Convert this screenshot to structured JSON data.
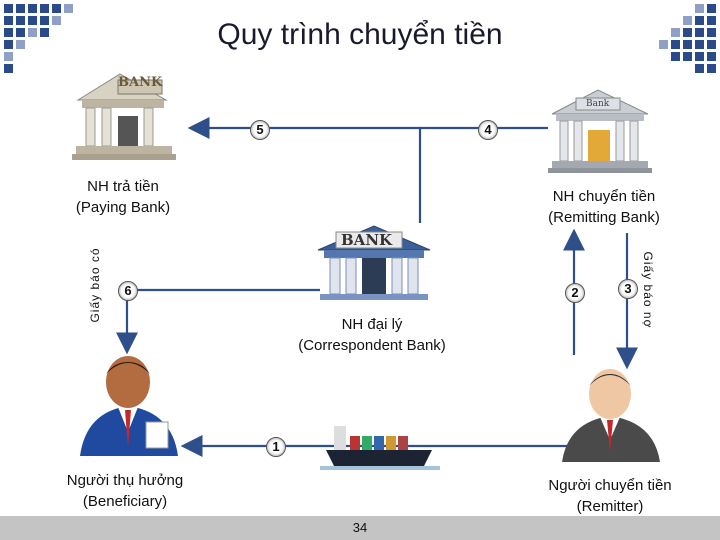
{
  "title": "Quy trình chuyển tiền",
  "nodes": {
    "paying_bank": {
      "line1": "NH trả tiền",
      "line2": "(Paying Bank)"
    },
    "remitting_bank": {
      "line1": "NH chuyển tiền",
      "line2": "(Remitting Bank)"
    },
    "correspondent_bank": {
      "line1": "NH đại lý",
      "line2": "(Correspondent Bank)"
    },
    "beneficiary": {
      "line1": "Người thụ hưởng",
      "line2": "(Beneficiary)"
    },
    "remitter": {
      "line1": "Người chuyển tiền",
      "line2": "(Remitter)"
    }
  },
  "side_labels": {
    "credit_note": "Giấy báo có",
    "debit_note": "Giấy báo nợ"
  },
  "steps": [
    "1",
    "2",
    "3",
    "4",
    "5",
    "6"
  ],
  "bank_signs": {
    "left": "BANK",
    "center": "BANK",
    "right": "Bank"
  },
  "page_number": "34",
  "colors": {
    "arrow": "#2e4f8a",
    "deco": "#2b4a8a",
    "footer": "#c4c4c4"
  }
}
